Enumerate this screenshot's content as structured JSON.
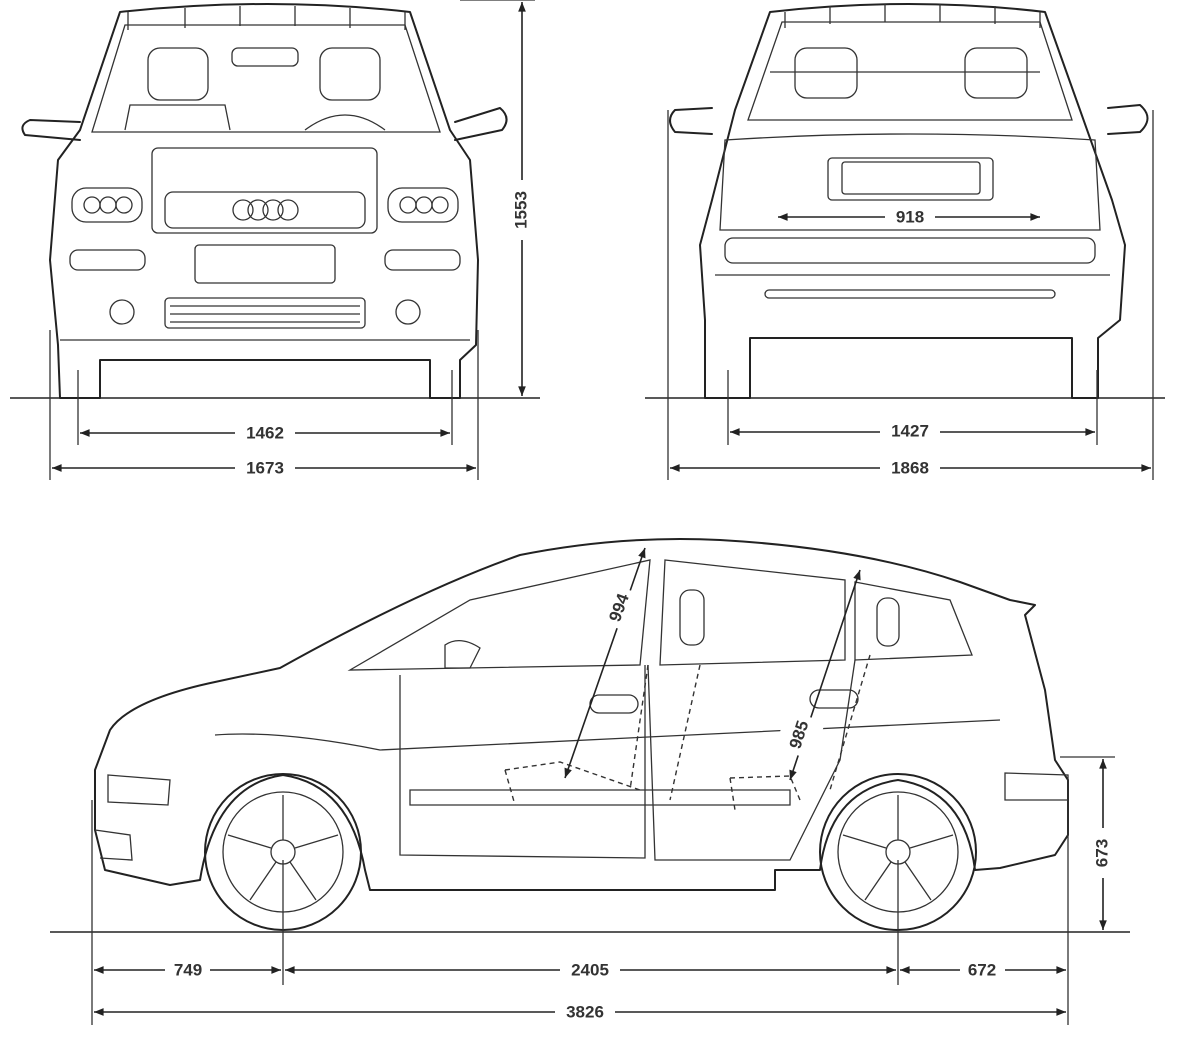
{
  "front_view": {
    "track_width": "1462",
    "overall_width": "1673",
    "height": "1553"
  },
  "rear_view": {
    "rear_track": "1427",
    "width_with_mirrors": "1868",
    "loading_width": "918"
  },
  "side_view": {
    "front_overhang": "749",
    "wheelbase": "2405",
    "rear_overhang": "672",
    "overall_length": "3826",
    "loading_sill_height": "673",
    "front_headroom": "994",
    "rear_headroom": "985"
  },
  "colors": {
    "line": "#222222",
    "background": "#ffffff"
  }
}
